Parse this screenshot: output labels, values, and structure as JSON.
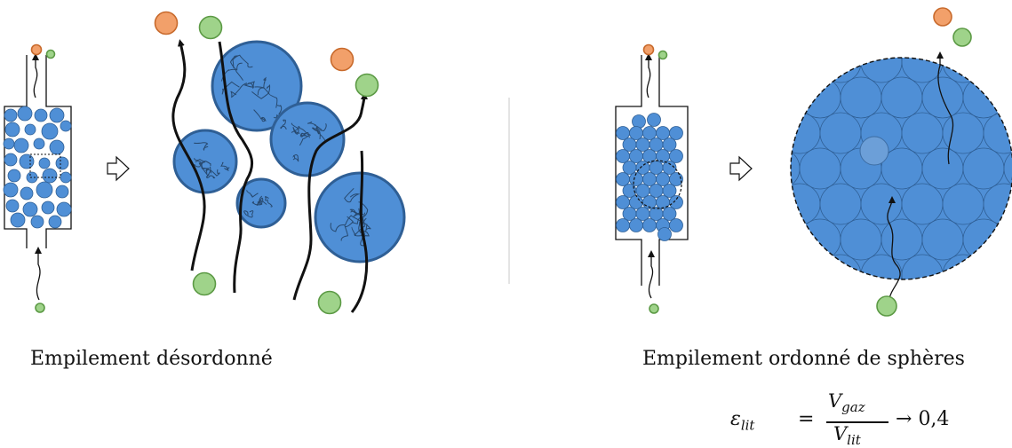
{
  "captions": {
    "left": "Empilement désordonné",
    "right": "Empilement ordonné de sphères"
  },
  "formula": {
    "lhs_symbol": "ε",
    "lhs_sub": "lit",
    "equals": "=",
    "num_symbol": "V",
    "num_sub": "gaz",
    "den_symbol": "V",
    "den_sub": "lit",
    "arrow": "→",
    "value": "0,4"
  },
  "colors": {
    "particle_fill": "#4f8fd6",
    "particle_stroke": "#2f5f95",
    "gas_orange_fill": "#f2a06a",
    "gas_orange_stroke": "#c86a2c",
    "gas_green_fill": "#9fd38a",
    "gas_green_stroke": "#5c9a45",
    "line": "#111111",
    "divider": "#c8c8c8"
  }
}
